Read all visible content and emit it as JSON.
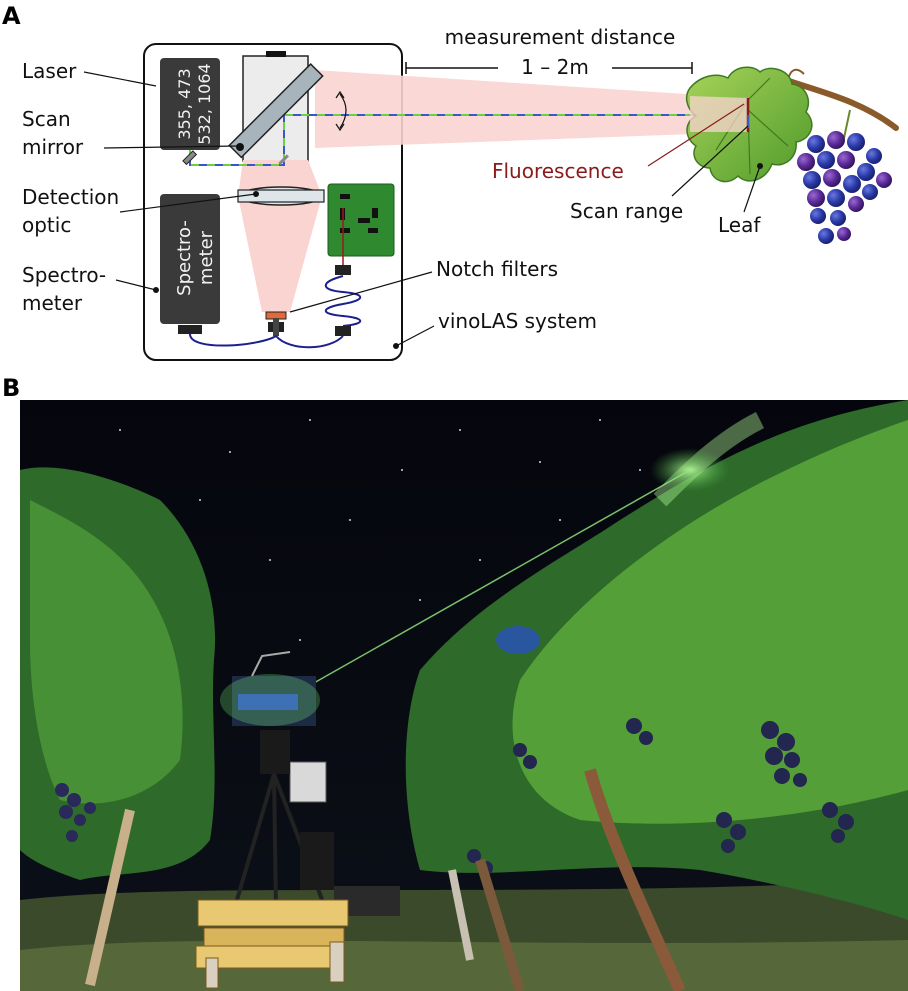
{
  "panel_a": {
    "letter": "A",
    "laser_label": "Laser",
    "laser_wavelengths_line1": "355, 473",
    "laser_wavelengths_line2": "532, 1064",
    "scan_mirror_line1": "Scan",
    "scan_mirror_line2": "mirror",
    "detection_optic_line1": "Detection",
    "detection_optic_line2": "optic",
    "spectrometer_label_line1": "Spectro-",
    "spectrometer_label_line2": "meter",
    "spectrometer_box_line1": "Spectro-",
    "spectrometer_box_line2": "meter",
    "measurement_distance": "measurement distance",
    "distance_value": "1 – 2m",
    "fluorescence": "Fluorescence",
    "scan_range": "Scan range",
    "leaf": "Leaf",
    "notch_filters": "Notch filters",
    "system_name": "vinoLAS system"
  },
  "panel_b": {
    "letter": "B"
  },
  "colors": {
    "beam_fill": "#f9d4d0",
    "laser_blue": "#3a56c8",
    "laser_green": "#6ccf4a",
    "fluorescence_red": "#8b1a1a",
    "pcb_green": "#2f8a2f",
    "box_dark": "#3a3a3a",
    "fiber_blue": "#1c1f8c"
  }
}
